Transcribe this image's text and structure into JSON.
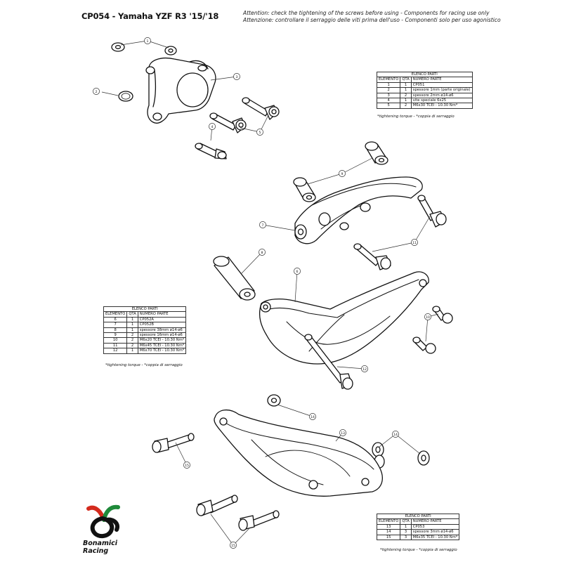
{
  "header": {
    "title": "CP054 - Yamaha YZF R3 '15/'18",
    "note_en": "Attention: check the tightening of the screws before using - Components for racing use only",
    "note_it": "Attenzione: controllare il serraggio delle viti prima dell'uso - Componenti solo per uso agonistico"
  },
  "tables": [
    {
      "title": "ELENCO PARTI",
      "columns": [
        "ELEMENTO",
        "QTÀ",
        "NUMERO PARTE"
      ],
      "rows": [
        [
          "1",
          "1",
          "CP051"
        ],
        [
          "2",
          "1",
          "spessore 1mm (parte originale)"
        ],
        [
          "3",
          "2",
          "spessore 2mm ø14-ø6"
        ],
        [
          "4",
          "1",
          "vite speciale 6x25"
        ],
        [
          "5",
          "2",
          "M6x30 TCEI - 10.30 Nm*"
        ]
      ],
      "torque_note": "*tightening torque - *coppia di serraggio"
    },
    {
      "title": "ELENCO PARTI",
      "columns": [
        "ELEMENTO",
        "QTÀ",
        "NUMERO PARTE"
      ],
      "rows": [
        [
          "6",
          "1",
          "CP052A"
        ],
        [
          "7",
          "1",
          "CP052B"
        ],
        [
          "8",
          "1",
          "spessore 38mm ø14-ø6"
        ],
        [
          "9",
          "2",
          "spessore 16mm ø14-ø6"
        ],
        [
          "10",
          "2",
          "M6x20 TCEI - 10.30 Nm*"
        ],
        [
          "11",
          "2",
          "M6x45 TCEI - 10.30 Nm*"
        ],
        [
          "12",
          "1",
          "M6x70 TCEI - 10.30 Nm*"
        ]
      ],
      "torque_note": "*tightening torque - *coppia di serraggio"
    },
    {
      "title": "ELENCO PARTI",
      "columns": [
        "ELEMENTO",
        "QTÀ",
        "NUMERO PARTE"
      ],
      "rows": [
        [
          "13",
          "1",
          "CP053"
        ],
        [
          "14",
          "3",
          "spessore 3mm ø14-ø6"
        ],
        [
          "15",
          "3",
          "M6x35 TCEI - 10.30 Nm*"
        ]
      ],
      "torque_note": "*tightening torque - *coppia di serraggio"
    }
  ],
  "callouts": [
    "1",
    "2",
    "3",
    "4",
    "5",
    "9",
    "7",
    "8",
    "6",
    "11",
    "10",
    "12",
    "14",
    "13",
    "14",
    "15",
    "15"
  ],
  "brand": {
    "line1": "Bonamici",
    "line2": "Racing",
    "colors": {
      "red": "#d42b1e",
      "green": "#1f8a3a",
      "black": "#111111"
    }
  }
}
